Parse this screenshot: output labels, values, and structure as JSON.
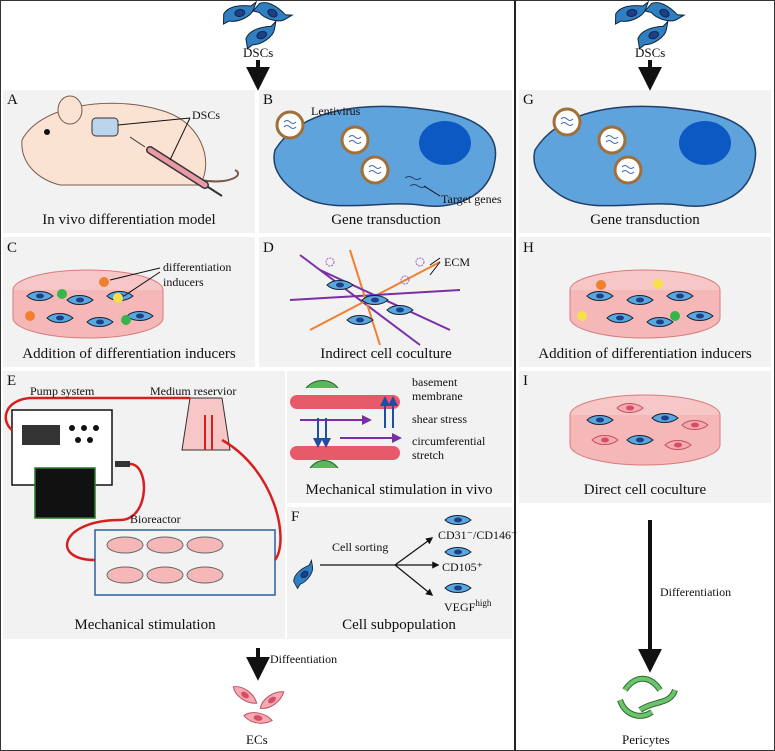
{
  "top": {
    "left_cells_label": "DSCs",
    "right_cells_label": "DSCs"
  },
  "panels": {
    "A": {
      "letter": "A",
      "caption": "In vivo differentiation model",
      "callout": "DSCs"
    },
    "B": {
      "letter": "B",
      "caption": "Gene transduction",
      "vector": "Lentivirus",
      "genes": "Target genes"
    },
    "C": {
      "letter": "C",
      "caption": "Addition of differentiation inducers",
      "callout_line1": "differentiation",
      "callout_line2": "inducers"
    },
    "D": {
      "letter": "D",
      "caption": "Indirect cell coculture",
      "callout": "ECM"
    },
    "E": {
      "letter": "E",
      "caption": "Mechanical stimulation",
      "pump": "Pump system",
      "reservoir": "Medium reservior",
      "bioreactor": "Bioreactor"
    },
    "invivo": {
      "caption": "Mechanical stimulation in vivo",
      "membrane_line1": "basement",
      "membrane_line2": "membrane",
      "shear": "shear stress",
      "stretch_line1": "circumferential",
      "stretch_line2": "stretch"
    },
    "F": {
      "letter": "F",
      "caption": "Cell subpopulation",
      "sorting": "Cell sorting",
      "marker1": "CD31⁻/CD146⁻",
      "marker2": "CD105⁺",
      "marker3_base": "VEGF",
      "marker3_sup": "high"
    },
    "G": {
      "letter": "G",
      "caption": "Gene transduction"
    },
    "H": {
      "letter": "H",
      "caption": "Addition of differentiation inducers"
    },
    "I": {
      "letter": "I",
      "caption": "Direct cell coculture"
    }
  },
  "bottom_left": {
    "arrow_label": "Diffeentiation",
    "result": "ECs"
  },
  "bottom_right": {
    "arrow_label": "Differentiation",
    "result": "Pericytes"
  }
}
